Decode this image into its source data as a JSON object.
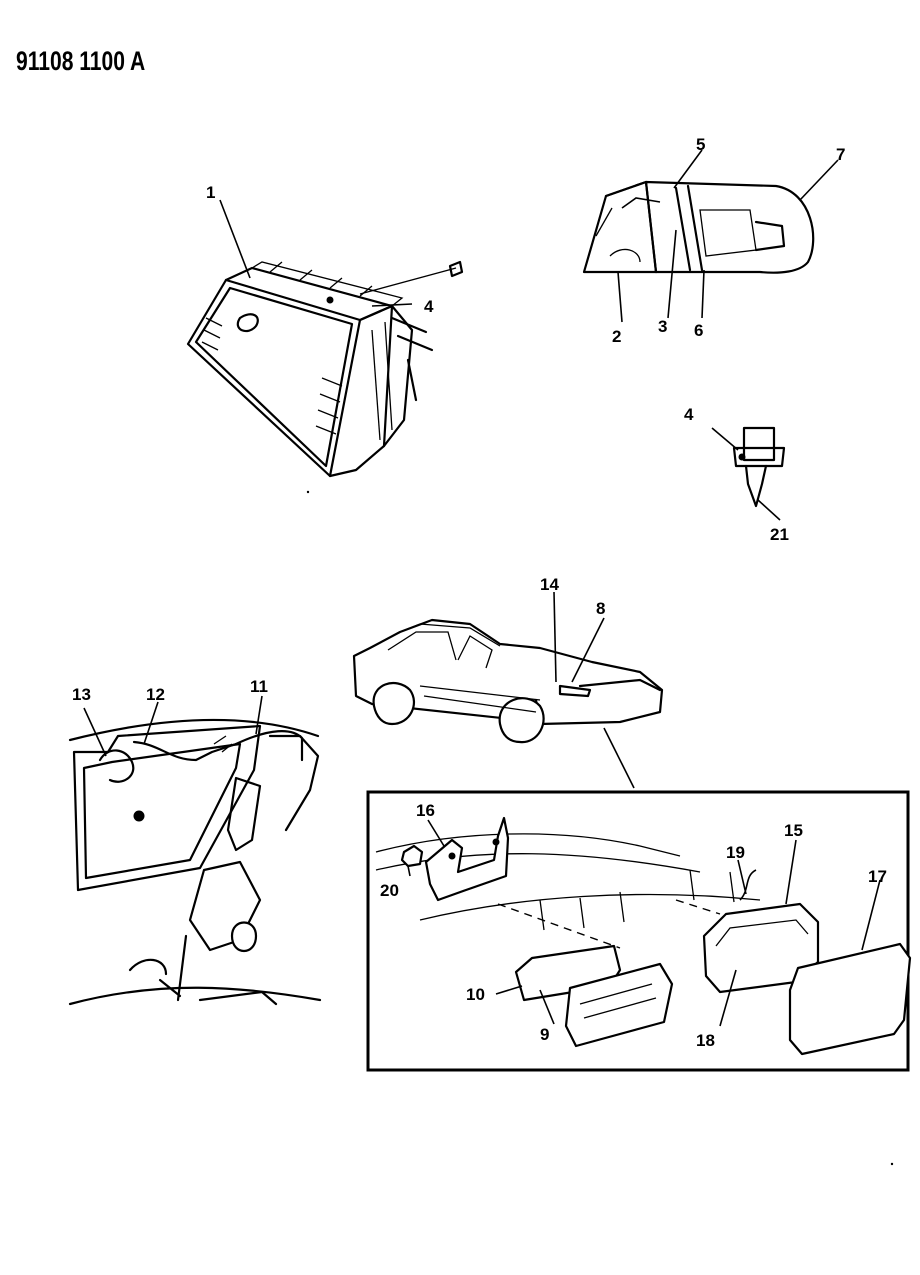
{
  "diagram_code": "91108 1100 A",
  "callouts": [
    "1",
    "2",
    "3",
    "4",
    "5",
    "6",
    "7",
    "4",
    "21",
    "14",
    "8",
    "13",
    "12",
    "11",
    "16",
    "20",
    "15",
    "19",
    "17",
    "10",
    "9",
    "18"
  ]
}
